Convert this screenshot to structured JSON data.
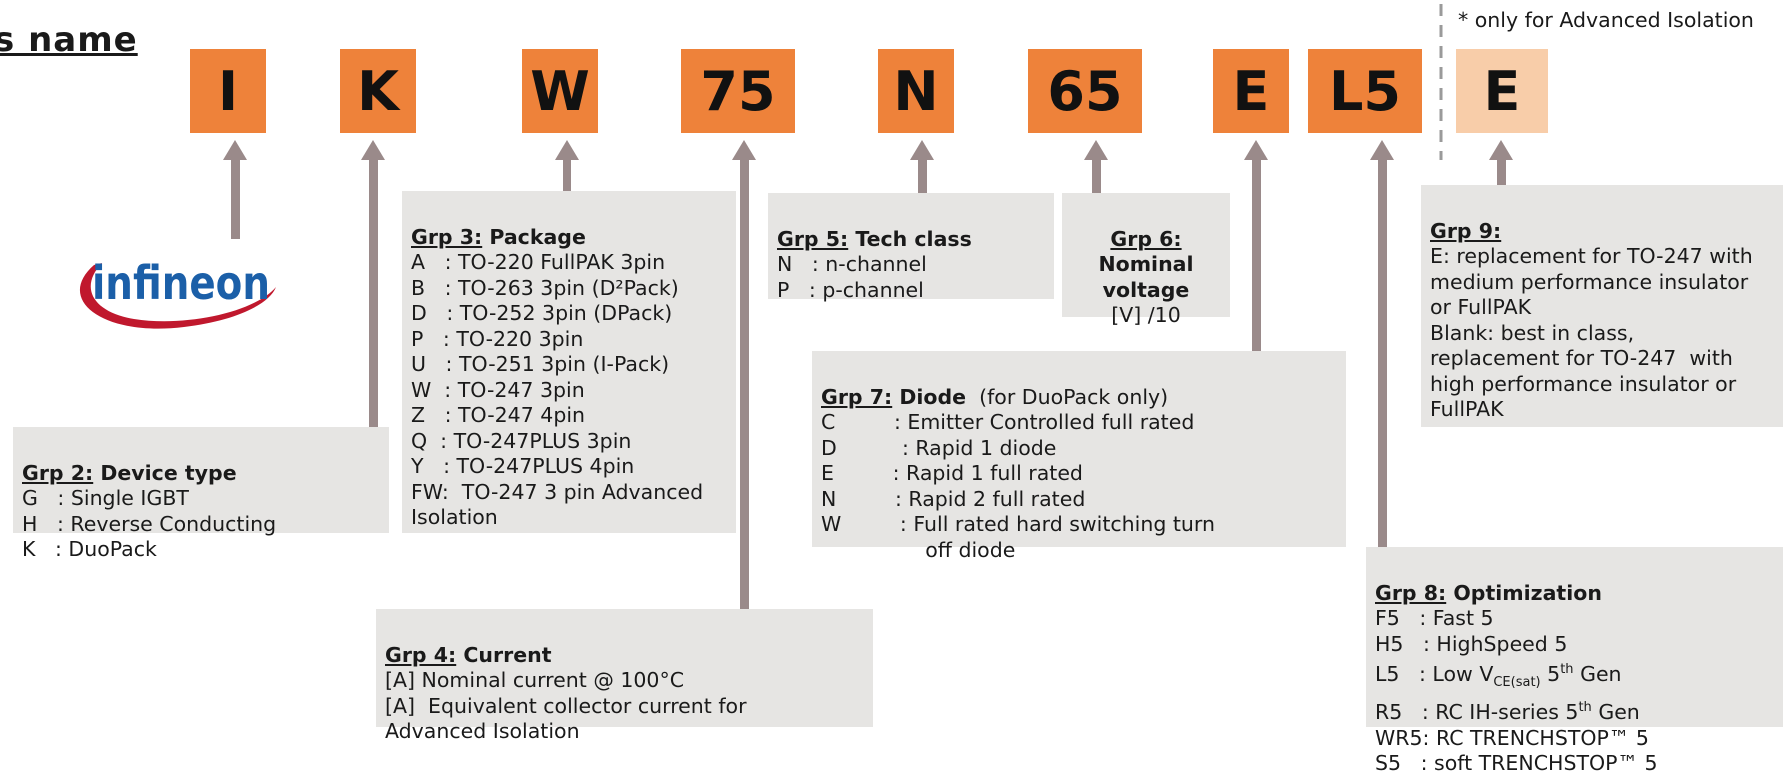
{
  "title": "s name",
  "note": "* only for Advanced Isolation",
  "logo_text": "infineon",
  "letters": [
    "I",
    "K",
    "W",
    "75",
    "N",
    "65",
    "E",
    "L5",
    "E"
  ],
  "colors": {
    "segment": "#ee823a",
    "optional_segment": "#f8cda9",
    "arrow": "#9a8a8a",
    "box": "#e6e5e3"
  },
  "grp2": {
    "label": "Grp 2:",
    "title": " Device type",
    "lines": [
      "G   : Single IGBT",
      "H   : Reverse Conducting",
      "K   : DuoPack"
    ]
  },
  "grp3": {
    "label": "Grp 3:",
    "title": " Package",
    "lines": [
      "A   : TO-220 FullPAK 3pin",
      "B   : TO-263 3pin (D²Pack)",
      "D   : TO-252 3pin (DPack)",
      "P   : TO-220 3pin",
      "U   : TO-251 3pin (I-Pack)",
      "W  : TO-247 3pin",
      "Z   : TO-247 4pin",
      "Q  : TO-247PLUS 3pin",
      "Y   : TO-247PLUS 4pin",
      "FW:  TO-247 3 pin Advanced",
      "Isolation"
    ]
  },
  "grp4": {
    "label": "Grp 4:",
    "title": " Current",
    "lines": [
      "[A] Nominal current @ 100°C",
      "[A]  Equivalent collector current for",
      "Advanced Isolation"
    ]
  },
  "grp5": {
    "label": "Grp 5:",
    "title": " Tech class",
    "lines": [
      "N   : n-channel",
      "P   : p-channel"
    ]
  },
  "grp6": {
    "label": "Grp 6:",
    "title_line1": "Nominal",
    "title_line2": "voltage",
    "unit": "[V] /10"
  },
  "grp7": {
    "label": "Grp 7:",
    "title": " Diode",
    "subtitle": "  (for DuoPack only)",
    "lines": [
      "C         : Emitter Controlled full rated",
      "D          : Rapid 1 diode",
      "E         : Rapid 1 full rated",
      "N         : Rapid 2 full rated",
      "W         : Full rated hard switching turn",
      "                off diode"
    ]
  },
  "grp8": {
    "label": "Grp 8:",
    "title": " Optimization",
    "line_f5": "F5   : Fast 5",
    "line_h5": "H5   : HighSpeed 5",
    "l5_prefix": "L5   : Low V",
    "l5_sub": "CE(sat)",
    "l5_mid": " 5",
    "l5_sup": "th",
    "l5_end": " Gen",
    "r5_prefix": "R5   : RC IH-series 5",
    "r5_sup": "th",
    "r5_end": " Gen",
    "line_wr5": "WR5: RC TRENCHSTOP™ 5",
    "line_s5": "S5   : soft TRENCHSTOP™ 5"
  },
  "grp9": {
    "label": "Grp 9:",
    "lines": [
      "E: replacement for TO-247 with",
      "medium performance insulator",
      "or FullPAK",
      "Blank: best in class,",
      "replacement for TO-247  with",
      "high performance insulator or",
      "FullPAK"
    ]
  }
}
